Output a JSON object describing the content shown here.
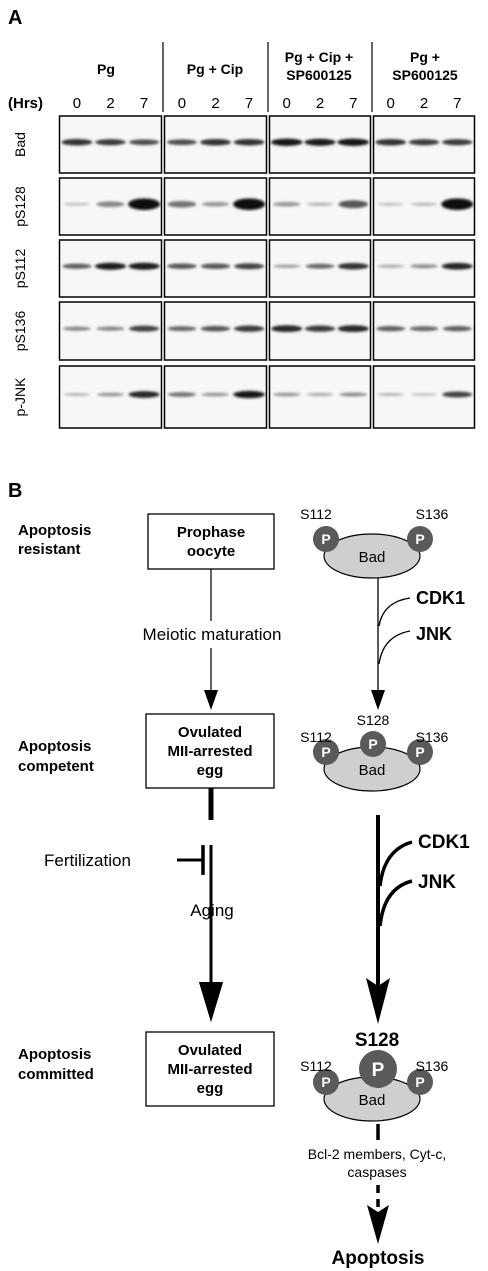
{
  "panel_a": {
    "letter": "A",
    "groups": [
      {
        "lines": [
          "Pg"
        ]
      },
      {
        "lines": [
          "Pg + Cip"
        ]
      },
      {
        "lines": [
          "Pg + Cip +",
          "SP600125"
        ]
      },
      {
        "lines": [
          "Pg +",
          "SP600125"
        ]
      }
    ],
    "time_label": "(Hrs)",
    "time_points": [
      "0",
      "2",
      "7"
    ],
    "blots": [
      {
        "label": "Bad",
        "intensity": [
          [
            0.8,
            0.75,
            0.65
          ],
          [
            0.65,
            0.8,
            0.8
          ],
          [
            0.95,
            0.9,
            0.95
          ],
          [
            0.8,
            0.75,
            0.75
          ]
        ]
      },
      {
        "label": "pS128",
        "intensity": [
          [
            0.05,
            0.35,
            1.0
          ],
          [
            0.45,
            0.25,
            1.0
          ],
          [
            0.25,
            0.1,
            0.6
          ],
          [
            0.05,
            0.08,
            1.0
          ]
        ]
      },
      {
        "label": "pS112",
        "intensity": [
          [
            0.55,
            0.9,
            0.9
          ],
          [
            0.6,
            0.6,
            0.7
          ],
          [
            0.2,
            0.5,
            0.8
          ],
          [
            0.15,
            0.3,
            0.85
          ]
        ]
      },
      {
        "label": "pS136",
        "intensity": [
          [
            0.35,
            0.35,
            0.7
          ],
          [
            0.5,
            0.6,
            0.75
          ],
          [
            0.85,
            0.75,
            0.85
          ],
          [
            0.55,
            0.5,
            0.55
          ]
        ]
      },
      {
        "label": "p-JNK",
        "intensity": [
          [
            0.1,
            0.25,
            0.85
          ],
          [
            0.45,
            0.25,
            0.95
          ],
          [
            0.25,
            0.15,
            0.3
          ],
          [
            0.1,
            0.05,
            0.7
          ]
        ]
      }
    ]
  },
  "panel_b": {
    "letter": "B",
    "stages": [
      {
        "label": [
          "Apoptosis",
          "resistant"
        ],
        "box": [
          "Prophase",
          "oocyte"
        ]
      },
      {
        "label": [
          "Apoptosis",
          "competent"
        ],
        "box": [
          "Ovulated",
          "MII-arrested",
          "egg"
        ]
      },
      {
        "label": [
          "Apoptosis",
          "committed"
        ],
        "box": [
          "Ovulated",
          "MII-arrested",
          "egg"
        ]
      }
    ],
    "transitions": {
      "meiotic": "Meiotic maturation",
      "fertilization": "Fertilization",
      "aging": "Aging"
    },
    "bad_label": "Bad",
    "p_label": "P",
    "sites": {
      "s112": "S112",
      "s128": "S128",
      "s136": "S136"
    },
    "kinases": {
      "cdk1": "CDK1",
      "jnk": "JNK"
    },
    "downstream": [
      "Bcl-2 members, Cyt-c,",
      "caspases"
    ],
    "outcome": "Apoptosis"
  }
}
